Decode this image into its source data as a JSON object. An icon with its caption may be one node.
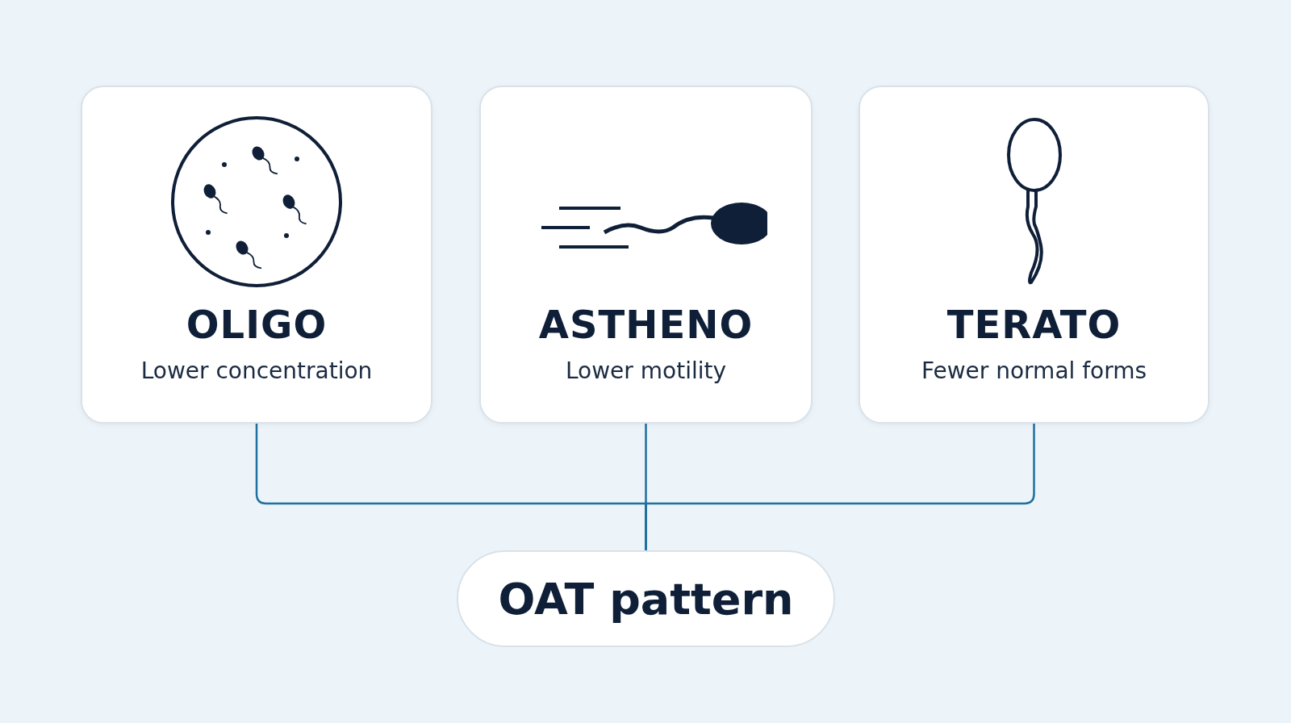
{
  "diagram": {
    "nodes": [
      {
        "text": [
          "OLIGO",
          "Lower concentration"
        ]
      },
      {
        "text": [
          "ASTHENO",
          "Lower motility"
        ]
      },
      {
        "text": [
          "TERATO",
          "Fewer normal forms"
        ]
      },
      {
        "text": [
          "OAT pattern"
        ]
      }
    ],
    "edges": [
      {
        "from": 0,
        "to": 3,
        "arrow": "none"
      },
      {
        "from": 1,
        "to": 3,
        "arrow": "none"
      },
      {
        "from": 2,
        "to": 3,
        "arrow": "none"
      }
    ]
  }
}
